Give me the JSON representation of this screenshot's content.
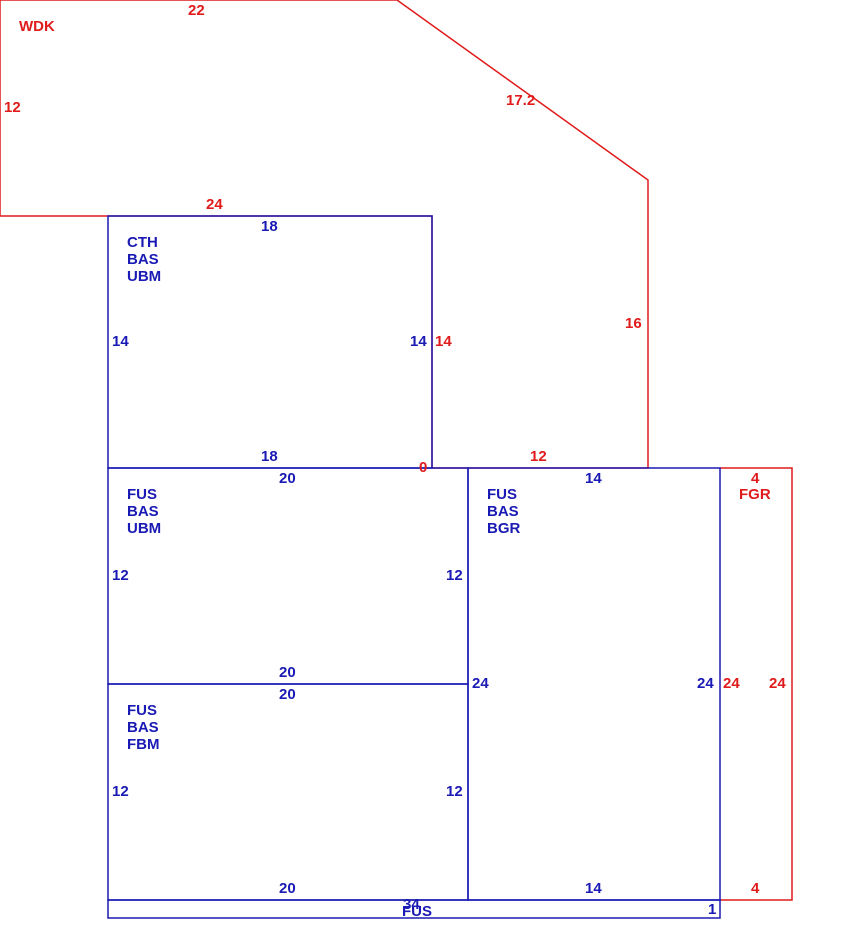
{
  "colors": {
    "exterior": "#e01b1b",
    "living": "#1a1ab4"
  },
  "areas": {
    "wdk": {
      "code": "WDK"
    },
    "fgr": {
      "code": "FGR"
    },
    "cth": {
      "lines": [
        "CTH",
        "BAS",
        "UBM"
      ]
    },
    "fus_ubm": {
      "lines": [
        "FUS",
        "BAS",
        "UBM"
      ]
    },
    "fus_bgr": {
      "lines": [
        "FUS",
        "BAS",
        "BGR"
      ]
    },
    "fus_fbm": {
      "lines": [
        "FUS",
        "BAS",
        "FBM"
      ]
    },
    "fus_strip": {
      "code": "FUS"
    }
  },
  "dimensions": {
    "wdk_top": "22",
    "wdk_left": "12",
    "wdk_diagonal": "17.2",
    "wdk_bottom": "24",
    "wdk_right": "16",
    "wdk_step_right": "14",
    "wdk_bottom_right": "12",
    "wdk_zero": "0",
    "cth_top": "18",
    "cth_left": "14",
    "cth_right": "14",
    "cth_bottom": "18",
    "ubm_top": "20",
    "ubm_left": "12",
    "ubm_right": "12",
    "ubm_bottom": "20",
    "fbm_top": "20",
    "fbm_left": "12",
    "fbm_right": "12",
    "fbm_bottom": "20",
    "bgr_top": "14",
    "bgr_left": "24",
    "bgr_right": "24",
    "bgr_bottom": "14",
    "fgr_top": "4",
    "fgr_left": "24",
    "fgr_right": "24",
    "fgr_bottom": "4",
    "strip_length": "34",
    "strip_end": "1"
  }
}
